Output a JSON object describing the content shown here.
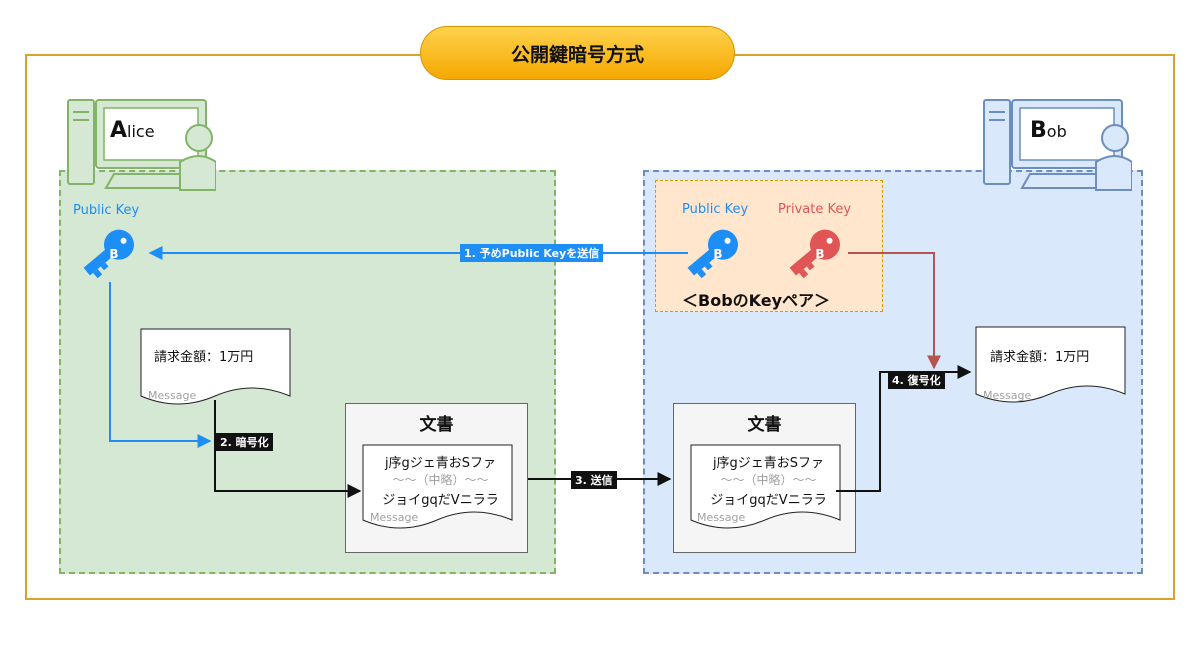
{
  "title": "公開鍵暗号方式",
  "alice": {
    "name_initial": "A",
    "name_rest": "lice",
    "public_key_label": "Public Key",
    "message_text": "請求金額：1万円",
    "message_caption": "Message",
    "step2": "2. 暗号化",
    "document": {
      "title": "文書",
      "line1": "j序gジェ青おSファ",
      "line2": "〜〜（中略）〜〜",
      "line3": "ジョイgqだVニララ",
      "caption": "Message"
    }
  },
  "bob": {
    "name_initial": "B",
    "name_rest": "ob",
    "public_key_label": "Public Key",
    "private_key_label": "Private Key",
    "keypair_caption": "＜BobのKeyペア＞",
    "message_text": "請求金額：1万円",
    "message_caption": "Message",
    "step4": "4. 復号化",
    "document": {
      "title": "文書",
      "line1": "j序gジェ青おSファ",
      "line2": "〜〜（中略）〜〜",
      "line3": "ジョイgqだVニララ",
      "caption": "Message"
    }
  },
  "steps": {
    "step1": "1. 予めPublic Keyを送信",
    "step3": "3. 送信"
  },
  "key_letter": "B",
  "colors": {
    "alice_fill": "#d5e8d4",
    "alice_stroke": "#82b366",
    "bob_fill": "#dae8fc",
    "bob_stroke": "#6c8ebf",
    "public_key": "#1e8ef7",
    "private_key": "#e05555",
    "frame": "#d9a32a"
  },
  "icons": [
    "computer-user-icon",
    "public-key-icon",
    "private-key-icon",
    "arrow-icon"
  ]
}
